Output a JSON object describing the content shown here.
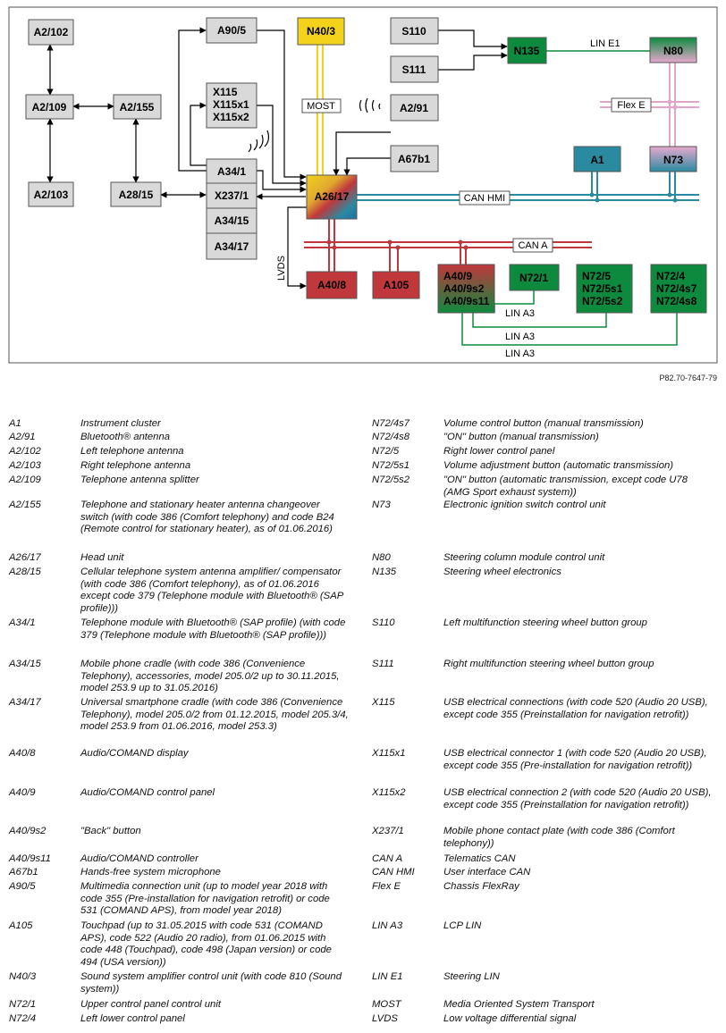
{
  "figure_ref": "P82.70-7647-79",
  "nodes": {
    "A2_102": "A2/102",
    "A2_109": "A2/109",
    "A2_103": "A2/103",
    "A2_155": "A2/155",
    "A28_15": "A28/15",
    "A90_5": "A90/5",
    "X115": "X115",
    "X115x1": "X115x1",
    "X115x2": "X115x2",
    "A34_1": "A34/1",
    "X237_1": "X237/1",
    "A34_15": "A34/15",
    "A34_17": "A34/17",
    "N40_3": "N40/3",
    "A26_17": "A26/17",
    "S110": "S110",
    "S111": "S111",
    "N135": "N135",
    "N80": "N80",
    "A2_91": "A2/91",
    "A67b1": "A67b1",
    "A1": "A1",
    "N73": "N73",
    "A40_8": "A40/8",
    "A105": "A105",
    "A40_9": "A40/9",
    "A40_9s2": "A40/9s2",
    "A40_9s11": "A40/9s11",
    "N72_1": "N72/1",
    "N72_5": "N72/5",
    "N72_5s1": "N72/5s1",
    "N72_5s2": "N72/5s2",
    "N72_4": "N72/4",
    "N72_4s7": "N72/4s7",
    "N72_4s8": "N72/4s8"
  },
  "bus_labels": {
    "lin_e1": "LIN E1",
    "flex_e": "Flex E",
    "most": "MOST",
    "can_hmi": "CAN HMI",
    "can_a": "CAN A",
    "lvds": "LVDS",
    "lin_a3": "LIN A3"
  },
  "colors": {
    "gray_box": "#d9d9d9",
    "yellow": "#f2d21b",
    "green": "#0e8a3e",
    "pink": "#e8a9cf",
    "teal": "#2a8aa0",
    "red": "#c0373c",
    "can_hmi": "#2a8aa0",
    "can_a": "#c0373c",
    "lin": "#0e8a3e",
    "flex": "#e0a6c8",
    "most": "#f2d21b"
  },
  "legend_left": [
    {
      "code": "A1",
      "desc": "Instrument cluster"
    },
    {
      "code": "A2/91",
      "desc": "Bluetooth® antenna"
    },
    {
      "code": "A2/102",
      "desc": "Left telephone antenna"
    },
    {
      "code": "A2/103",
      "desc": "Right telephone antenna"
    },
    {
      "code": "A2/109",
      "desc": "Telephone antenna splitter"
    },
    {
      "code": "A2/155",
      "desc": "Telephone and stationary heater antenna changeover switch (with code 386 (Comfort telephony) and code B24 (Remote control for stationary heater), as of 01.06.2016)"
    },
    {
      "code": "A26/17",
      "desc": "Head unit"
    },
    {
      "code": "A28/15",
      "desc": "Cellular telephone system antenna amplifier/ compensator (with code 386 (Comfort telephony), as of 01.06.2016 except code 379 (Telephone module with Bluetooth® (SAP profile)))"
    },
    {
      "code": "A34/1",
      "desc": "Telephone module with Bluetooth® (SAP profile) (with code 379 (Telephone module with Bluetooth® (SAP profile)))"
    },
    {
      "code": "A34/15",
      "desc": "Mobile phone cradle (with code 386 (Convenience Telephony), accessories, model 205.0/2 up to 30.11.2015, model 253.9 up to 31.05.2016)"
    },
    {
      "code": "A34/17",
      "desc": "Universal smartphone cradle (with code 386 (Convenience Telephony), model 205.0/2 from 01.12.2015, model 205.3/4, model 253.9 from 01.06.2016, model 253.3)"
    },
    {
      "code": "A40/8",
      "desc": "Audio/COMAND display"
    },
    {
      "code": "A40/9",
      "desc": "Audio/COMAND control panel"
    },
    {
      "code": "A40/9s2",
      "desc": "\"Back\" button"
    },
    {
      "code": "A40/9s11",
      "desc": "Audio/COMAND controller"
    },
    {
      "code": "A67b1",
      "desc": "Hands-free system microphone"
    },
    {
      "code": "A90/5",
      "desc": "Multimedia connection unit (up to model year 2018 with code 355 (Pre-installation for navigation retrofit) or code 531 (COMAND APS), from model year 2018)"
    },
    {
      "code": "A105",
      "desc": "Touchpad (up to 31.05.2015 with code 531 (COMAND APS), code 522 (Audio 20 radio), from 01.06.2015 with code 448 (Touchpad), code 498 (Japan version) or code 494 (USA version))"
    },
    {
      "code": "N40/3",
      "desc": "Sound system amplifier control unit (with code 810 (Sound system))"
    },
    {
      "code": "N72/1",
      "desc": "Upper control panel control unit"
    },
    {
      "code": "N72/4",
      "desc": "Left lower control panel"
    }
  ],
  "legend_right": [
    {
      "code": "N72/4s7",
      "desc": "Volume control button (manual transmission)"
    },
    {
      "code": "N72/4s8",
      "desc": "\"ON\" button (manual transmission)"
    },
    {
      "code": "N72/5",
      "desc": "Right lower control panel"
    },
    {
      "code": "N72/5s1",
      "desc": "Volume adjustment button (automatic transmission)"
    },
    {
      "code": "N72/5s2",
      "desc": "\"ON\" button (automatic transmission, except code U78 (AMG Sport exhaust system))"
    },
    {
      "code": "N73",
      "desc": "Electronic ignition switch control unit"
    },
    {
      "code": "N80",
      "desc": "Steering column module control unit"
    },
    {
      "code": "N135",
      "desc": "Steering wheel electronics"
    },
    {
      "code": "S110",
      "desc": "Left multifunction steering wheel button group"
    },
    {
      "code": "S111",
      "desc": "Right multifunction steering wheel button group"
    },
    {
      "code": "X115",
      "desc": "USB electrical connections (with code 520 (Audio 20 USB), except code 355 (Preinstallation for navigation retrofit))"
    },
    {
      "code": "X115x1",
      "desc": "USB electrical connector 1 (with code 520 (Audio 20 USB), except code 355 (Pre-installation for navigation retrofit))"
    },
    {
      "code": "X115x2",
      "desc": "USB electrical connection 2 (with code 520 (Audio 20 USB), except code 355 (Preinstallation for navigation retrofit))"
    },
    {
      "code": "X237/1",
      "desc": "Mobile phone contact plate (with code 386 (Comfort telephony))"
    },
    {
      "code": "CAN A",
      "desc": "Telematics CAN"
    },
    {
      "code": "CAN HMI",
      "desc": "User interface CAN"
    },
    {
      "code": "Flex E",
      "desc": "Chassis FlexRay"
    },
    {
      "code": "LIN A3",
      "desc": "LCP LIN"
    },
    {
      "code": "LIN E1",
      "desc": "Steering LIN"
    },
    {
      "code": "MOST",
      "desc": "Media Oriented System Transport"
    },
    {
      "code": "LVDS",
      "desc": "Low voltage differential signal"
    }
  ]
}
